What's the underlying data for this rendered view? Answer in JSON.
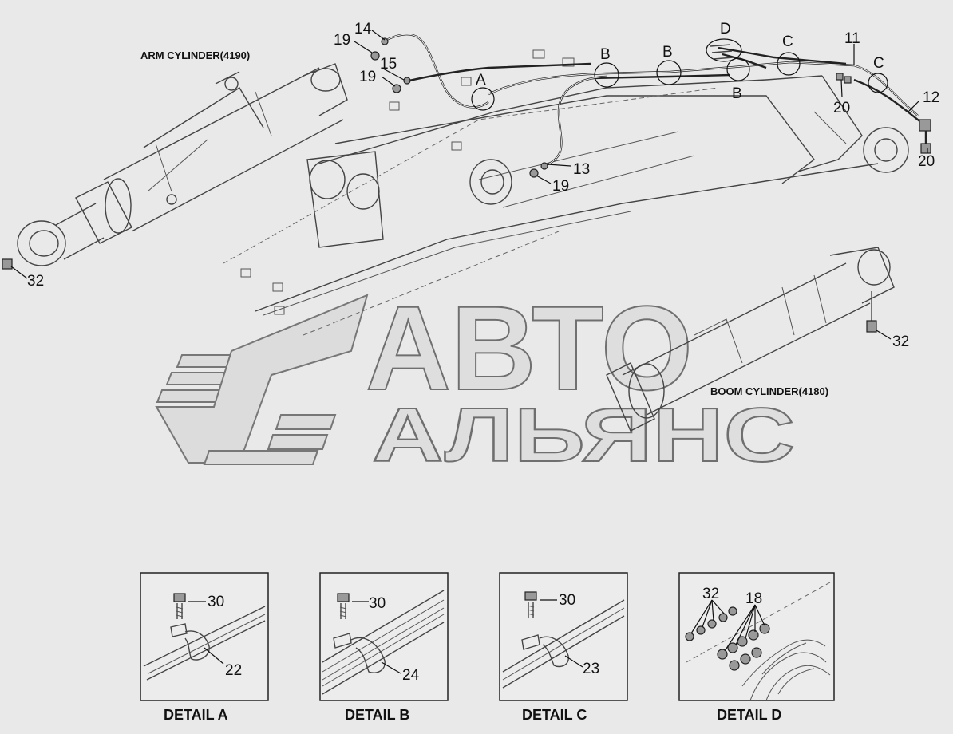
{
  "titles": {
    "arm_cylinder": "ARM CYLINDER(4190)",
    "boom_cylinder": "BOOM CYLINDER(4180)"
  },
  "watermark": {
    "line1": "АВТО",
    "line2": "АЛЬЯНС"
  },
  "detail_markers": {
    "a": "A",
    "b1": "B",
    "b2": "B",
    "b3": "B",
    "c1": "C",
    "c2": "C",
    "d": "D"
  },
  "part_labels": {
    "p14": "14",
    "p19a": "19",
    "p15": "15",
    "p19b": "19",
    "p11": "11",
    "p12": "12",
    "p20a": "20",
    "p20b": "20",
    "p13": "13",
    "p19c": "19",
    "p32a": "32",
    "p32b": "32"
  },
  "details": [
    {
      "title": "DETAIL  A",
      "bolt_label": "30",
      "clamp_label": "22"
    },
    {
      "title": "DETAIL  B",
      "bolt_label": "30",
      "clamp_label": "24"
    },
    {
      "title": "DETAIL  C",
      "bolt_label": "30",
      "clamp_label": "23"
    },
    {
      "title": "DETAIL  D",
      "left_label": "32",
      "right_label": "18"
    }
  ],
  "colors": {
    "background": "#e9e9e9",
    "linework": "#222222",
    "watermark_outline": "#6f6f6f"
  }
}
